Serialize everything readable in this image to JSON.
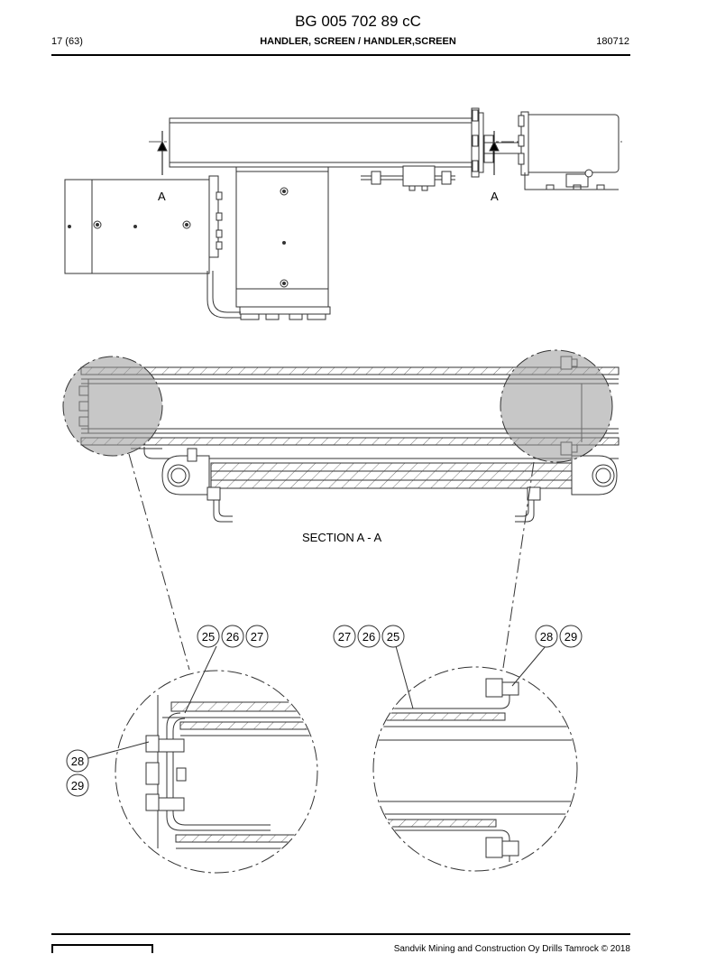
{
  "header": {
    "doc_number": "BG 005 702 89 cC",
    "page": "17 (63)",
    "title": "HANDLER, SCREEN / HANDLER,SCREEN",
    "date": "180712"
  },
  "drawing": {
    "section_marker_left": "A",
    "section_marker_right": "A",
    "section_title": "SECTION A - A",
    "left_detail_callouts_top": [
      "25",
      "26",
      "27"
    ],
    "left_detail_callouts_side": [
      "28",
      "29"
    ],
    "right_detail_callouts_top_a": [
      "27",
      "26",
      "25"
    ],
    "right_detail_callouts_top_b": [
      "28",
      "29"
    ]
  },
  "footer": {
    "copyright": "Sandvik Mining and Construction Oy Drills Tamrock © 2018"
  }
}
